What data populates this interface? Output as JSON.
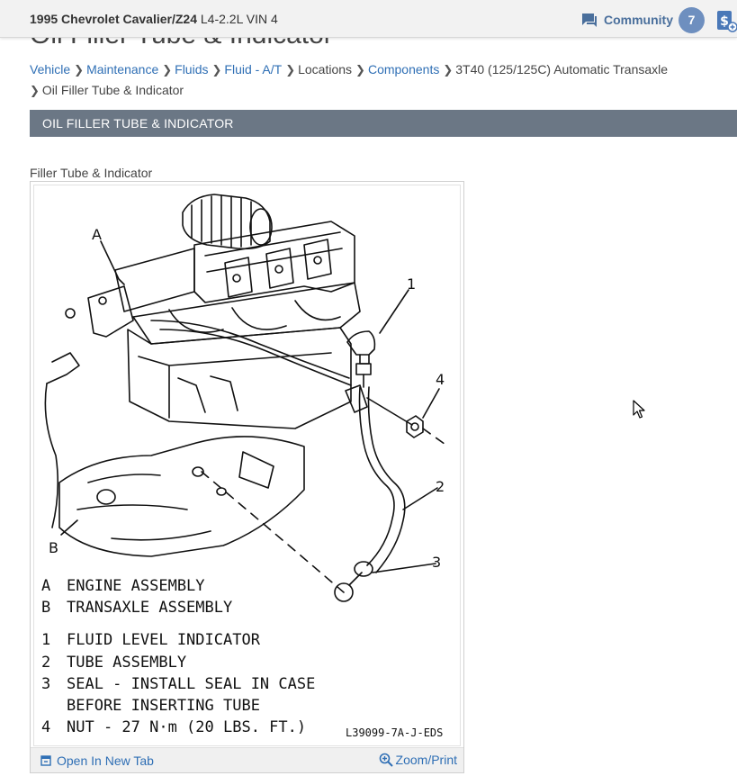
{
  "header": {
    "vehicle_name": "1995 Chevrolet Cavalier/Z24",
    "vehicle_engine": "L4-2.2L VIN 4",
    "community_label": "Community",
    "community_count": "7"
  },
  "page": {
    "title": "Oil Filler Tube & Indicator"
  },
  "breadcrumb": {
    "items": [
      "Vehicle",
      "Maintenance",
      "Fluids",
      "Fluid - A/T",
      "Locations",
      "Components",
      "3T40 (125/125C) Automatic Transaxle",
      "Oil Filler Tube & Indicator"
    ]
  },
  "section": {
    "title": "OIL FILLER TUBE & INDICATOR"
  },
  "figure": {
    "caption": "Filler Tube & Indicator",
    "callouts": [
      "A",
      "B",
      "1",
      "2",
      "3",
      "4"
    ],
    "legend": [
      [
        "A",
        "ENGINE ASSEMBLY"
      ],
      [
        "B",
        "TRANSAXLE ASSEMBLY"
      ],
      [
        "1",
        "FLUID LEVEL INDICATOR"
      ],
      [
        "2",
        "TUBE ASSEMBLY"
      ],
      [
        "3",
        "SEAL - INSTALL SEAL IN CASE"
      ],
      [
        "",
        "BEFORE INSERTING TUBE"
      ],
      [
        "4",
        "NUT - 27 N·m (20 LBS. FT.)"
      ]
    ],
    "code": "L39099-7A-J-EDS",
    "open_tab_label": "Open In New Tab",
    "zoom_label": "Zoom/Print"
  },
  "colors": {
    "link": "#2f6fb5",
    "section_bar": "#6b7785",
    "badge": "#6e8fbf"
  }
}
